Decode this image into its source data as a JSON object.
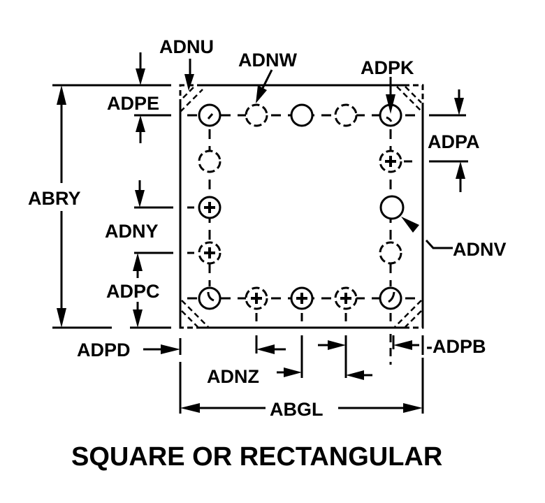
{
  "diagram": {
    "title": "SQUARE OR RECTANGULAR",
    "labels": {
      "adnu": "ADNU",
      "adnw": "ADNW",
      "adpk": "ADPK",
      "adpe": "ADPE",
      "adpa": "ADPA",
      "abry": "ABRY",
      "adny": "ADNY",
      "adnv": "ADNV",
      "adpc": "ADPC",
      "adpd": "ADPD",
      "adpb": "-ADPB",
      "adnz": "ADNZ",
      "abgl": "ABGL"
    },
    "holes": {
      "top_row": [
        "clock-mark",
        "dashed",
        "solid",
        "dashed",
        "clock-mark"
      ],
      "left_column": [
        "dashed",
        "plus",
        "dashed-plus"
      ],
      "right_column": [
        "dashed-plus",
        "solid",
        "dashed"
      ],
      "bottom_row": [
        "clock-mark",
        "dashed-plus",
        "plus",
        "dashed-plus",
        "clock-mark"
      ]
    }
  }
}
